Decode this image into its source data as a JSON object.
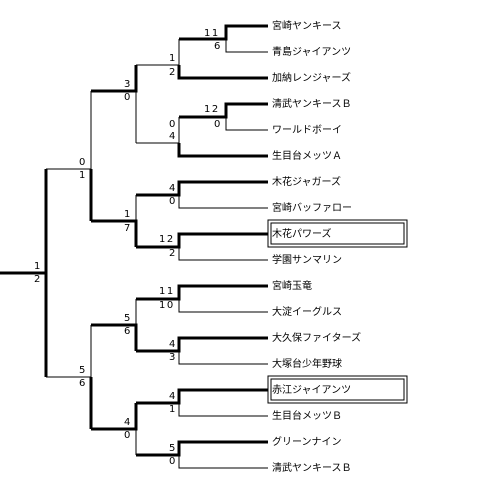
{
  "bracket": {
    "teams": [
      "宮崎ヤンキース",
      "青島ジャイアンツ",
      "加納レンジャーズ",
      "清武ヤンキースＢ",
      "ワールドボーイ",
      "生目台メッツＡ",
      "木花ジャガーズ",
      "宮崎バッファロー",
      "木花パワーズ",
      "学園サンマリン",
      "宮崎玉竜",
      "大淀イーグルス",
      "大久保ファイターズ",
      "大塚台少年野球",
      "赤江ジャイアンツ",
      "生目台メッツＢ",
      "グリーンナイン",
      "清武ヤンキースＢ"
    ],
    "highlighted_teams": [
      "木花パワーズ",
      "赤江ジャイアンツ"
    ],
    "scores": {
      "m1": [
        "11",
        "6"
      ],
      "m2": [
        "1",
        "2"
      ],
      "m3": [
        "12",
        "0"
      ],
      "m4": [
        "0",
        "4"
      ],
      "m5": [
        "3",
        "0"
      ],
      "m6": [
        "4",
        "0"
      ],
      "m7": [
        "12",
        "2"
      ],
      "m8": [
        "1",
        "7"
      ],
      "m9": [
        "0",
        "1"
      ],
      "m10": [
        "11",
        "10"
      ],
      "m11": [
        "4",
        "3"
      ],
      "m12": [
        "5",
        "6"
      ],
      "m13": [
        "4",
        "1"
      ],
      "m14": [
        "5",
        "0"
      ],
      "m15": [
        "4",
        "0"
      ],
      "m16": [
        "5",
        "6"
      ],
      "final": [
        "1",
        "2"
      ]
    }
  }
}
